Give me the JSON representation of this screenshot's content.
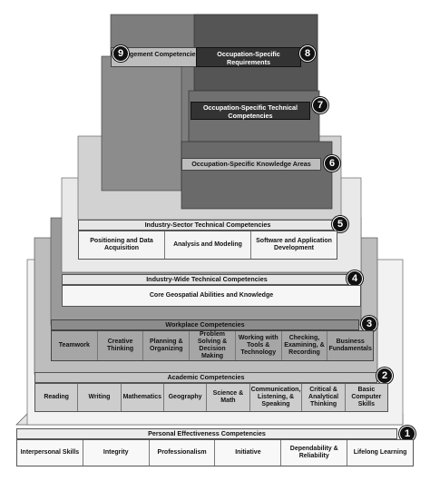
{
  "tiers": {
    "t1": {
      "number": "1",
      "title": "Personal Effectiveness Competencies",
      "items": [
        "Interpersonal Skills",
        "Integrity",
        "Professionalism",
        "Initiative",
        "Dependability & Reliability",
        "Lifelong Learning"
      ]
    },
    "t2": {
      "number": "2",
      "title": "Academic Competencies",
      "items": [
        "Reading",
        "Writing",
        "Mathematics",
        "Geography",
        "Science & Math",
        "Communication, Listening, & Speaking",
        "Critical & Analytical Thinking",
        "Basic Computer Skills"
      ]
    },
    "t3": {
      "number": "3",
      "title": "Workplace Competencies",
      "items": [
        "Teamwork",
        "Creative Thinking",
        "Planning & Organizing",
        "Problem Solving & Decision Making",
        "Working with Tools & Technology",
        "Checking, Examining, & Recording",
        "Business Fundamentals"
      ]
    },
    "t4": {
      "number": "4",
      "title": "Industry-Wide Technical Competencies",
      "items": [
        "Core Geospatial Abilities and Knowledge"
      ]
    },
    "t5": {
      "number": "5",
      "title": "Industry-Sector Technical Competencies",
      "items": [
        "Positioning and Data Acquisition",
        "Analysis and Modeling",
        "Software and Application Development"
      ]
    },
    "t6": {
      "number": "6",
      "title": "Occupation-Specific Knowledge Areas"
    },
    "t7": {
      "number": "7",
      "title": "Occupation-Specific Technical Competencies"
    },
    "t8": {
      "number": "8",
      "title": "Occupation-Specific Requirements"
    },
    "t9": {
      "number": "9",
      "title": "Management Competencies"
    }
  },
  "colors": {
    "light": "#eeeeee",
    "mid": "#cfcfcf",
    "dark": "#8a8a8a",
    "darker": "#555555",
    "badge": "#111111"
  }
}
